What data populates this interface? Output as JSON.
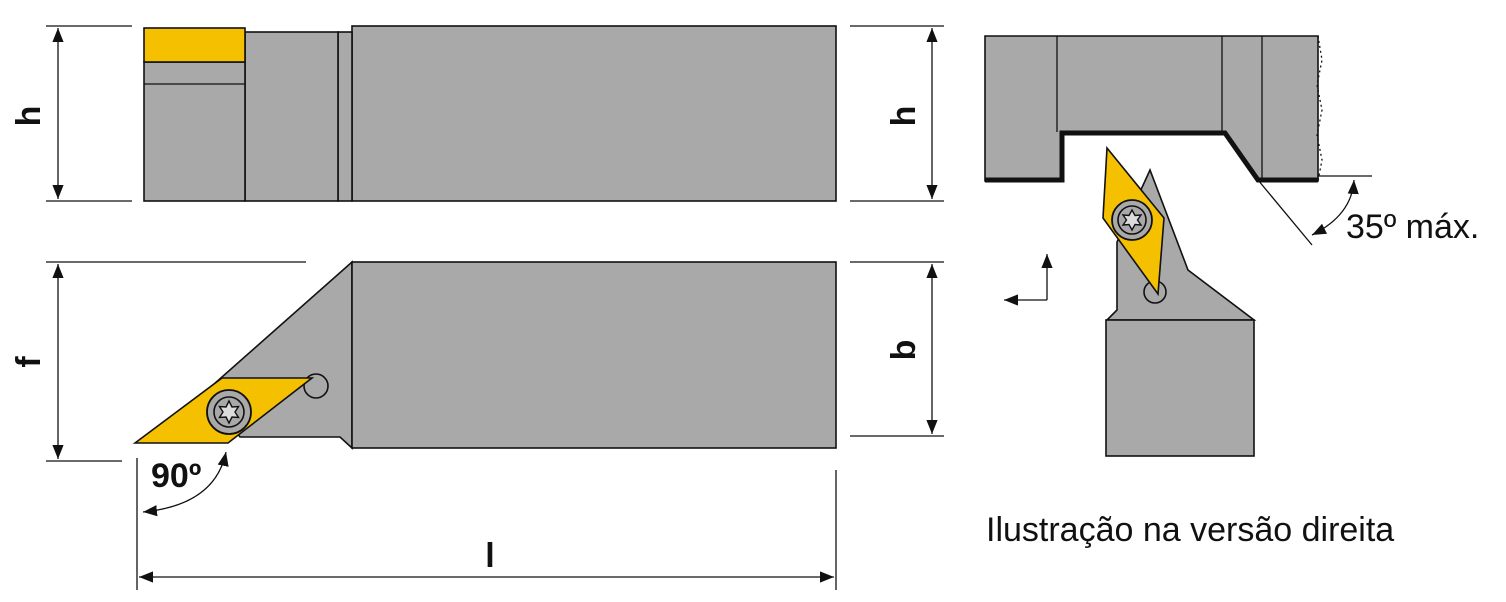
{
  "colors": {
    "body": "#a9a9a9",
    "insert": "#f5c000",
    "line": "#111111",
    "background": "#ffffff"
  },
  "labels": {
    "h_front": "h",
    "h_side": "h",
    "f": "f",
    "b": "b",
    "l": "l",
    "angle_90": "90º",
    "angle_35": "35º máx.",
    "version_note": "Ilustração na versão direita"
  },
  "icons": {
    "screw": "torx-screw-icon",
    "arrows": "feed-direction-arrows-icon"
  }
}
